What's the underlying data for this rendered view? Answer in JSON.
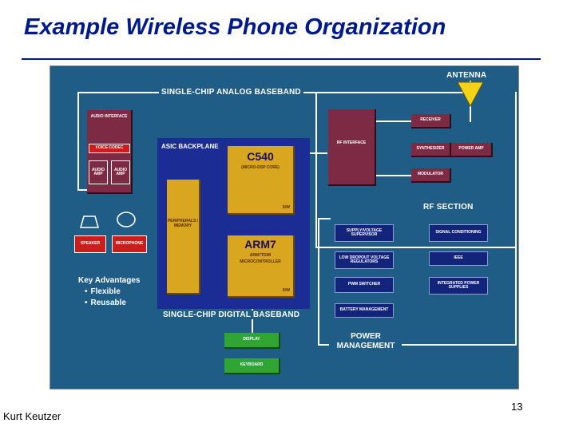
{
  "slide": {
    "title": "Example Wireless Phone Organization",
    "author": "Kurt Keutzer",
    "page_number": "13"
  },
  "diagram": {
    "antenna_label": "ANTENNA",
    "analog_section_label": "SINGLE-CHIP ANALOG BASEBAND",
    "digital_section_label": "SINGLE-CHIP DIGITAL BASEBAND",
    "asic_backplane_label": "ASIC BACKPLANE",
    "rf_section_label": "RF SECTION",
    "power_management_label": "POWER MANAGEMENT",
    "audio_interface": "AUDIO INTERFACE",
    "voice_codec": "VOICE CODEC",
    "audio_amp_left": "AUDIO AMP",
    "audio_amp_right": "AUDIO AMP",
    "rf_interface": "RF INTERFACE",
    "receiver": "RECEIVER",
    "synthesizer": "SYNTHESIZER",
    "power_amp": "POWER AMP",
    "modulator": "MODULATOR",
    "c540_title": "C540",
    "c540_sub": "(MICRO-DSP CORE)",
    "c540_sw": "S/W",
    "arm7_title": "ARM7",
    "arm7_sub1": "ARM7TDMI",
    "arm7_sub2": "MICROCONTROLLER",
    "arm7_sw": "S/W",
    "peripherals": "PERIPHERALS / MEMORY",
    "speaker": "SPEAKER",
    "microphone": "MICROPHONE",
    "supply_supervisor": "SUPPLY/VOLTAGE SUPERVISOR",
    "voltage_regulators": "LOW DROPOUT VOLTAGE REGULATORS",
    "pwm_switcher": "PWM SWITCHER",
    "battery_management": "BATTERY MANAGEMENT",
    "signal_conditioning": "SIGNAL CONDITIONING",
    "ieee": "IEEE",
    "integrated_power": "INTEGRATED POWER SUPPLIES",
    "display": "DISPLAY",
    "keyboard": "KEYBOARD",
    "key_adv_title": "Key Advantages",
    "key_adv_items": [
      "Flexible",
      "Reusable"
    ]
  },
  "colors": {
    "background": "#1f5d87",
    "analog_box": "#7d2a45",
    "red_box": "#cc1d1d",
    "asic": "#1b2c95",
    "core": "#d8a61f",
    "power_box": "#12257a",
    "io_box": "#2ea535",
    "antenna": "#f4d21a",
    "title": "#001a8c"
  }
}
